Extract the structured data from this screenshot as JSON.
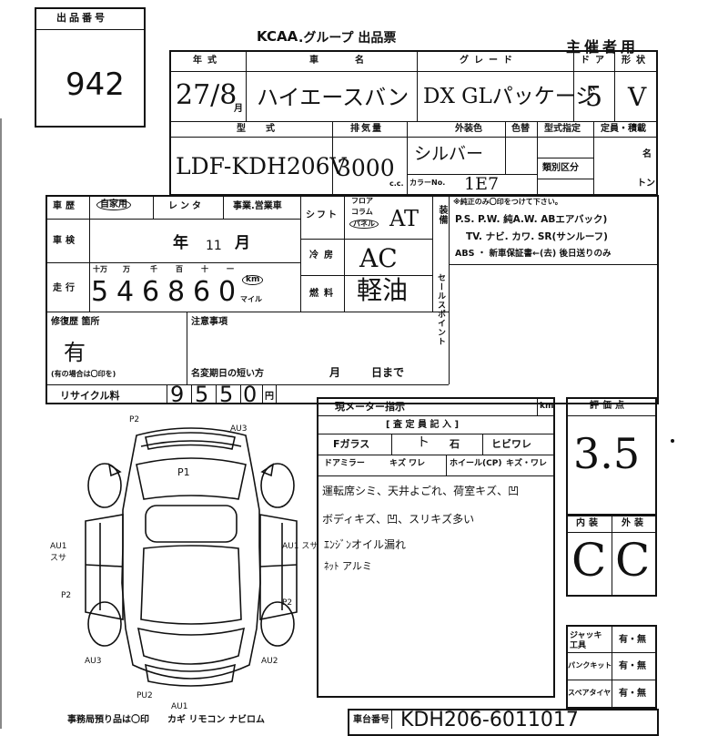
{
  "lot": {
    "label": "出品番号",
    "number": "942"
  },
  "header": {
    "brand": "KCAA",
    "group": ".グループ 出品票",
    "host": "主催者用"
  },
  "top": {
    "year_label": "年式",
    "name_label": "車名",
    "grade_label": "グレード",
    "door_label": "ドア",
    "body_label": "形状",
    "year_value": "27/8",
    "month_suffix": "月",
    "name_value": "ハイエースバン",
    "grade_value": "DX GLパッケージ",
    "door_value": "5",
    "body_value": "V"
  },
  "model": {
    "label": "型式",
    "value": "LDF-KDH206V",
    "disp_label": "排気量",
    "disp_value": "3000",
    "cc": "c.c.",
    "color_label": "外装色",
    "color_value": "シルバー",
    "color_no_label": "色替",
    "colorcode_label": "カラーNo.",
    "colorcode_value": "1E7",
    "designation_label": "型式指定",
    "class_label": "類別区分",
    "capacity_label": "定員・積載",
    "persons": "名",
    "tons": "トン"
  },
  "history": {
    "label": "車歴",
    "owner": "自家用",
    "rental": "レンタ",
    "business": "事業.営業車"
  },
  "shaken": {
    "label": "車検",
    "year": "年",
    "month_value": "11",
    "month": "月"
  },
  "mileage": {
    "label": "走行",
    "units": [
      "十万",
      "万",
      "千",
      "百",
      "十",
      "一"
    ],
    "digits": [
      "5",
      "4",
      "6",
      "8",
      "6",
      "0"
    ],
    "km": "km",
    "mile": "マイル"
  },
  "shift": {
    "label": "シフト",
    "floor": "フロア",
    "column": "コラム",
    "panel": "パネル",
    "value": "AT"
  },
  "aircon": {
    "label": "冷房",
    "value": "AC"
  },
  "fuel": {
    "label": "燃料",
    "value": "軽油"
  },
  "equip": {
    "label": "装備",
    "note": "※純正のみ〇印をつけて下さい。",
    "line1": "P.S. P.W. 純A.W. ABエアバック)",
    "line2": "TV. ナビ. カワ. SR(サンルーフ)",
    "line3": "ABS ・ 新車保証書←(去) 後日送りのみ"
  },
  "sales_point": {
    "label": "セールスポイント"
  },
  "repair": {
    "label": "修復歴 箇所",
    "value": "有",
    "note": "(有の場合は〇印を)"
  },
  "notes": {
    "label": "注意事項",
    "rename": "名変期日の短い方",
    "month": "月",
    "day": "日まで"
  },
  "recycle": {
    "label": "リサイクル料",
    "digits": [
      "9",
      "5",
      "5",
      "0"
    ],
    "yen": "円"
  },
  "meter": {
    "label": "現メーター指示",
    "km": "km"
  },
  "inspector": {
    "label": "[ 査 定 員 記 入 ]",
    "fglass": "Fガラス",
    "fglass_val": "ト",
    "rock": "石",
    "crack": "ヒビワレ",
    "mirror": "ドアミラー",
    "mirror_val": "キズ ワレ",
    "wheel": "ホイール(CP)",
    "wheel_val": "キズ・ワレ",
    "c1": "運転席シミ、天井よごれ、荷室キズ、凹",
    "c2": "ボディキズ、凹、スリキズ多い",
    "c3": "ｴﾝｼﾞﾝオイル漏れ",
    "c4": "ﾈｯﾄ アルミ"
  },
  "score": {
    "label": "評価点",
    "value": "3.5",
    "interior_label": "内装",
    "exterior_label": "外装",
    "interior": "C",
    "exterior": "C"
  },
  "tools": {
    "jack_label": "ジャッキ工具",
    "puncture_label": "パンクキット",
    "spare_label": "スペアタイヤ",
    "option": "有・無"
  },
  "diagram_marks": {
    "a": "P2",
    "b": "AU3",
    "c": "P1",
    "d": "AU1",
    "e": "スサ",
    "f": "AU1 スサ",
    "g": "P2",
    "h": "P2",
    "i": "AU3",
    "j": "AU2",
    "k": "PU2",
    "l": "AU1"
  },
  "footer": {
    "left": "事務局預り品は〇印",
    "items": "カギ リモコン ナビロム",
    "chassis_label": "車台番号",
    "chassis_value": "KDH206-6011017"
  }
}
